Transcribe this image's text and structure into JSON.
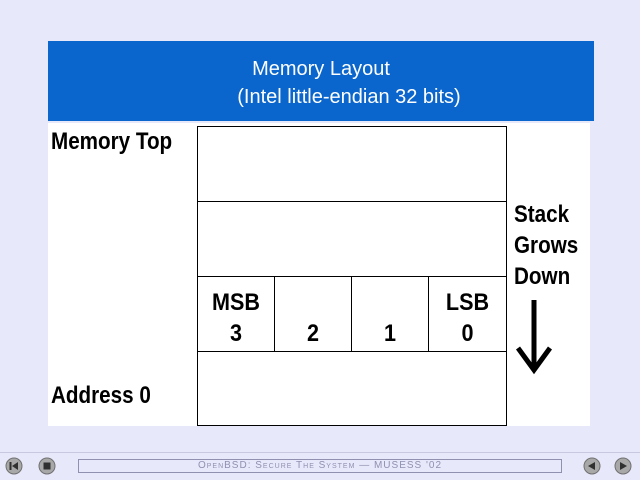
{
  "slide": {
    "title_line1": "Memory Layout",
    "title_line2": "(Intel little-endian 32 bits)",
    "memory_top_label": "Memory Top",
    "address0_label": "Address 0",
    "stack_label": [
      "Stack",
      "Grows",
      "Down"
    ],
    "bytes": [
      {
        "name": "MSB",
        "num": "3"
      },
      {
        "name": "",
        "num": "2"
      },
      {
        "name": "",
        "num": "1"
      },
      {
        "name": "LSB",
        "num": "0"
      }
    ]
  },
  "footer": {
    "text": "OpenBSD: Secure The System — MUSESS '02",
    "icons": [
      "first-slide-icon",
      "stop-icon",
      "previous-slide-icon",
      "next-slide-icon"
    ]
  },
  "colors": {
    "background": "#e8e8fb",
    "title_banner": "#0a66cc",
    "title_text": "#ffffff",
    "footer_text": "#9090b0"
  }
}
